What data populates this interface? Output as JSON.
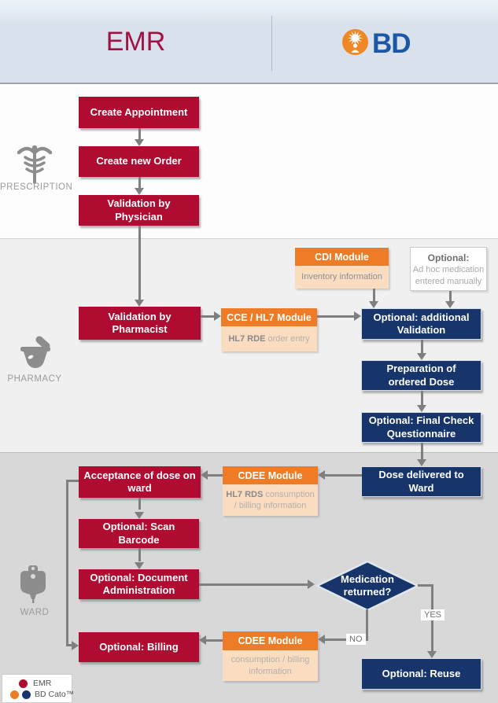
{
  "header": {
    "emr_label": "EMR",
    "bd_text": "BD"
  },
  "colors": {
    "box_red": "#b00c31",
    "box_navy": "#17356a",
    "module_orange": "#ee7c26",
    "module_peach": "#fadcc0",
    "header_bg": "#d9e2ec",
    "emr_text": "#a11243",
    "bd_blue": "#1c57a5",
    "arrow_gray": "#7f7f7f"
  },
  "lanes": [
    {
      "label": "PRESCRIPTION"
    },
    {
      "label": "PHARMACY"
    },
    {
      "label": "WARD"
    }
  ],
  "flow": {
    "create_appointment": "Create Appointment",
    "create_new_order": "Create new Order",
    "validation_physician": "Validation by Physician",
    "validation_pharmacist": "Validation by Pharmacist",
    "cce_module": {
      "title": "CCE / HL7 Module",
      "sub_bold": "HL7 RDE",
      "sub_rest": " order entry"
    },
    "cdi_module": {
      "title": "CDI Module",
      "sub": "Inventory information"
    },
    "adhoc": {
      "title": "Optional:",
      "line1": "Ad hoc medication",
      "line2": "entered manually"
    },
    "optional_validation": "Optional: additional Validation",
    "preparation": "Preparation of ordered Dose",
    "final_check": "Optional: Final Check Questionnaire",
    "dose_delivered": "Dose delivered to Ward",
    "cdee_module_top": {
      "title": "CDEE  Module",
      "sub_bold": "HL7 RDS",
      "sub_rest": " consumption / billing information"
    },
    "acceptance": "Acceptance of dose on ward",
    "scan_barcode": "Optional: Scan Barcode",
    "document_admin": "Optional: Document Administration",
    "medication_returned": "Medication returned?",
    "yes_label": "YES",
    "no_label": "NO",
    "cdee_module_bottom": {
      "title": "CDEE  Module",
      "sub": "consumption / billing information"
    },
    "billing": "Optional: Billing",
    "reuse": "Optional: Reuse"
  },
  "legend": {
    "items": [
      {
        "label": "EMR"
      },
      {
        "label": "BD Cato™"
      }
    ]
  }
}
